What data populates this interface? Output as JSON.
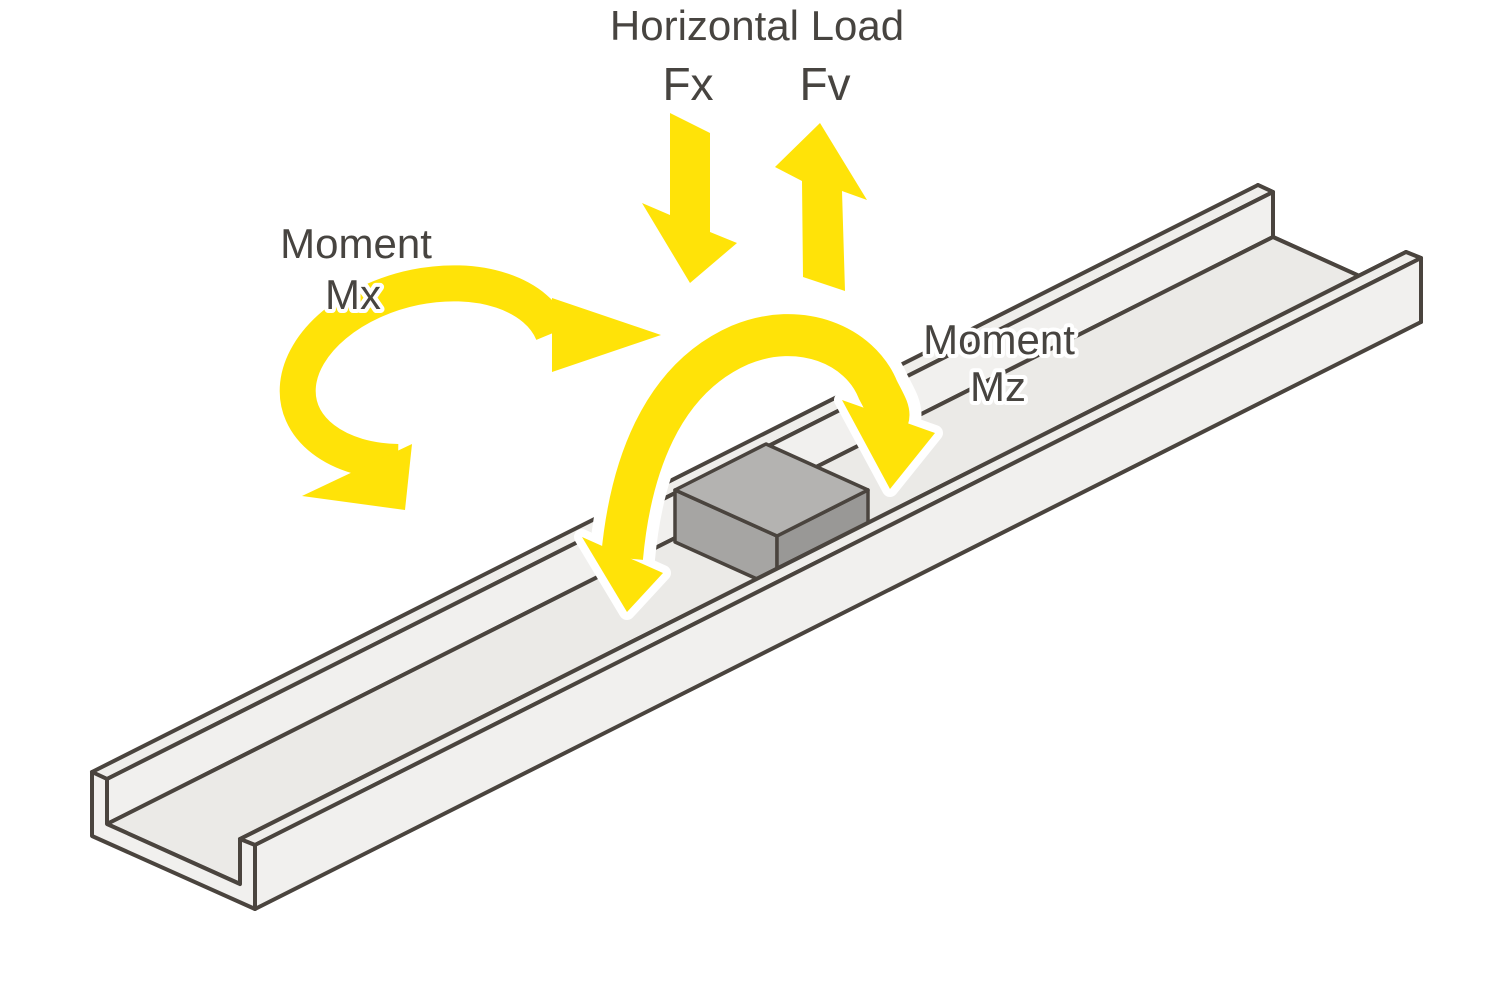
{
  "labels": {
    "horizontal_load": "Horizontal Load",
    "fx": "Fx",
    "fv": "Fv",
    "moment_mx_line1": "Moment",
    "moment_mx_line2": "Mx",
    "moment_mz_line1": "Moment",
    "moment_mz_line2": "Mz"
  },
  "colors": {
    "background": "#FFFFFF",
    "arrow-yellow": "#FFE308",
    "arrow-casing": "#FFFFFF",
    "outline": "#4A443E",
    "rail-face": "#F1F0EE",
    "rail-floor": "#EBEAE7",
    "rail-side": "#EFEEEB",
    "block-top": "#B4B3B1",
    "block-front": "#A6A5A3",
    "block-side": "#999896",
    "label-text": "#474440"
  }
}
